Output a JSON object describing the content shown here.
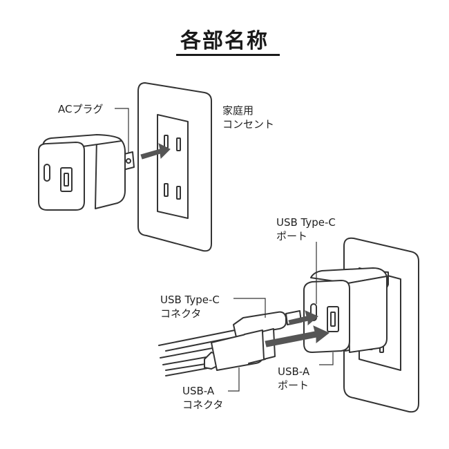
{
  "title": "各部名称",
  "labels": {
    "ac_plug": "ACプラグ",
    "outlet": [
      "家庭用",
      "コンセント"
    ],
    "usbc_port": [
      "USB Type-C",
      "ポート"
    ],
    "usbc_connector": [
      "USB Type-C",
      "コネクタ"
    ],
    "usba_port": [
      "USB-A",
      "ポート"
    ],
    "usba_connector": [
      "USB-A",
      "コネクタ"
    ]
  },
  "colors": {
    "line": "#333333",
    "arrow": "#555555",
    "fill": "#ffffff"
  }
}
